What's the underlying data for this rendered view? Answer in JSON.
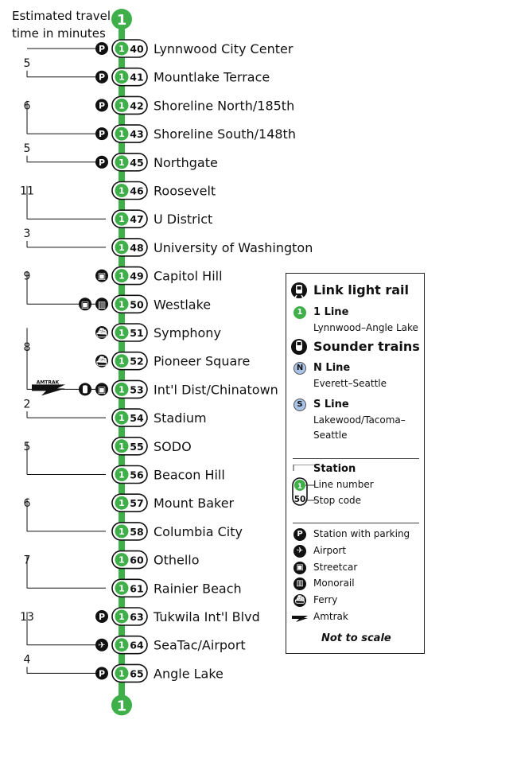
{
  "header": {
    "title_line1": "Estimated travel",
    "title_line2": "time in minutes"
  },
  "line": {
    "number": "1",
    "color": "#3fb049"
  },
  "stations": [
    {
      "code": "40",
      "name": "Lynnwood City Center",
      "icons": [
        "parking"
      ],
      "connector": true
    },
    {
      "code": "41",
      "name": "Mountlake Terrace",
      "icons": [
        "parking"
      ],
      "connector": true
    },
    {
      "code": "42",
      "name": "Shoreline North/185th",
      "icons": [
        "parking"
      ],
      "connector": false
    },
    {
      "code": "43",
      "name": "Shoreline South/148th",
      "icons": [
        "parking"
      ],
      "connector": true
    },
    {
      "code": "45",
      "name": "Northgate",
      "icons": [
        "parking"
      ],
      "connector": true
    },
    {
      "code": "46",
      "name": "Roosevelt",
      "icons": [],
      "connector": false
    },
    {
      "code": "47",
      "name": "U District",
      "icons": [],
      "connector": true
    },
    {
      "code": "48",
      "name": "University of Washington",
      "icons": [],
      "connector": true
    },
    {
      "code": "49",
      "name": "Capitol Hill",
      "icons": [
        "streetcar"
      ],
      "connector": false
    },
    {
      "code": "50",
      "name": "Westlake",
      "icons": [
        "streetcar",
        "monorail"
      ],
      "connector": true
    },
    {
      "code": "51",
      "name": "Symphony",
      "icons": [
        "ferry"
      ],
      "connector": false
    },
    {
      "code": "52",
      "name": "Pioneer Square",
      "icons": [
        "ferry"
      ],
      "connector": false
    },
    {
      "code": "53",
      "name": "Int'l Dist/Chinatown",
      "icons": [
        "amtrak",
        "sounder",
        "streetcar"
      ],
      "connector": true
    },
    {
      "code": "54",
      "name": "Stadium",
      "icons": [],
      "connector": true
    },
    {
      "code": "55",
      "name": "SODO",
      "icons": [],
      "connector": false
    },
    {
      "code": "56",
      "name": "Beacon Hill",
      "icons": [],
      "connector": true
    },
    {
      "code": "57",
      "name": "Mount Baker",
      "icons": [],
      "connector": false
    },
    {
      "code": "58",
      "name": "Columbia City",
      "icons": [],
      "connector": true
    },
    {
      "code": "60",
      "name": "Othello",
      "icons": [],
      "connector": false
    },
    {
      "code": "61",
      "name": "Rainier Beach",
      "icons": [],
      "connector": true
    },
    {
      "code": "63",
      "name": "Tukwila Int'l Blvd",
      "icons": [
        "parking"
      ],
      "connector": false
    },
    {
      "code": "64",
      "name": "SeaTac/Airport",
      "icons": [
        "airport"
      ],
      "connector": true
    },
    {
      "code": "65",
      "name": "Angle Lake",
      "icons": [
        "parking"
      ],
      "connector": true
    }
  ],
  "travel_times": [
    {
      "minutes": "5",
      "from": 0,
      "to": 1
    },
    {
      "minutes": "6",
      "from": 1,
      "to": 3
    },
    {
      "minutes": "5",
      "from": 3,
      "to": 4
    },
    {
      "minutes": "11",
      "from": 4,
      "to": 6
    },
    {
      "minutes": "3",
      "from": 6,
      "to": 7
    },
    {
      "minutes": "9",
      "from": 7,
      "to": 9
    },
    {
      "minutes": "8",
      "from": 9,
      "to": 12
    },
    {
      "minutes": "2",
      "from": 12,
      "to": 13
    },
    {
      "minutes": "5",
      "from": 13,
      "to": 15
    },
    {
      "minutes": "6",
      "from": 15,
      "to": 17
    },
    {
      "minutes": "7",
      "from": 17,
      "to": 19
    },
    {
      "minutes": "13",
      "from": 19,
      "to": 21
    },
    {
      "minutes": "4",
      "from": 21,
      "to": 22
    }
  ],
  "icon_glyphs": {
    "parking": "P",
    "streetcar": "▣",
    "monorail": "▥",
    "ferry": "⛴",
    "airport": "✈",
    "sounder": "▯",
    "amtrak_text": "AMTRAK"
  },
  "legend": {
    "link_title": "Link light rail",
    "one_line_title": "1 Line",
    "one_line_route": "Lynnwood–Angle Lake",
    "sounder_title": "Sounder trains",
    "n_badge": "N",
    "n_title": "N Line",
    "n_route": "Everett–Seattle",
    "s_badge": "S",
    "s_title": "S Line",
    "s_route_1": "Lakewood/Tacoma–",
    "s_route_2": "Seattle",
    "station_title": "Station",
    "line_number_label": "Line number",
    "stop_code_label": "Stop code",
    "sample_line": "1",
    "sample_code": "50",
    "parking_label": "Station with parking",
    "airport_label": "Airport",
    "streetcar_label": "Streetcar",
    "monorail_label": "Monorail",
    "ferry_label": "Ferry",
    "amtrak_label": "Amtrak",
    "not_to_scale": "Not to scale"
  },
  "colors": {
    "line_green": "#3fb049",
    "sounder_blue": "#a9c3e8",
    "icon_black": "#111111"
  }
}
